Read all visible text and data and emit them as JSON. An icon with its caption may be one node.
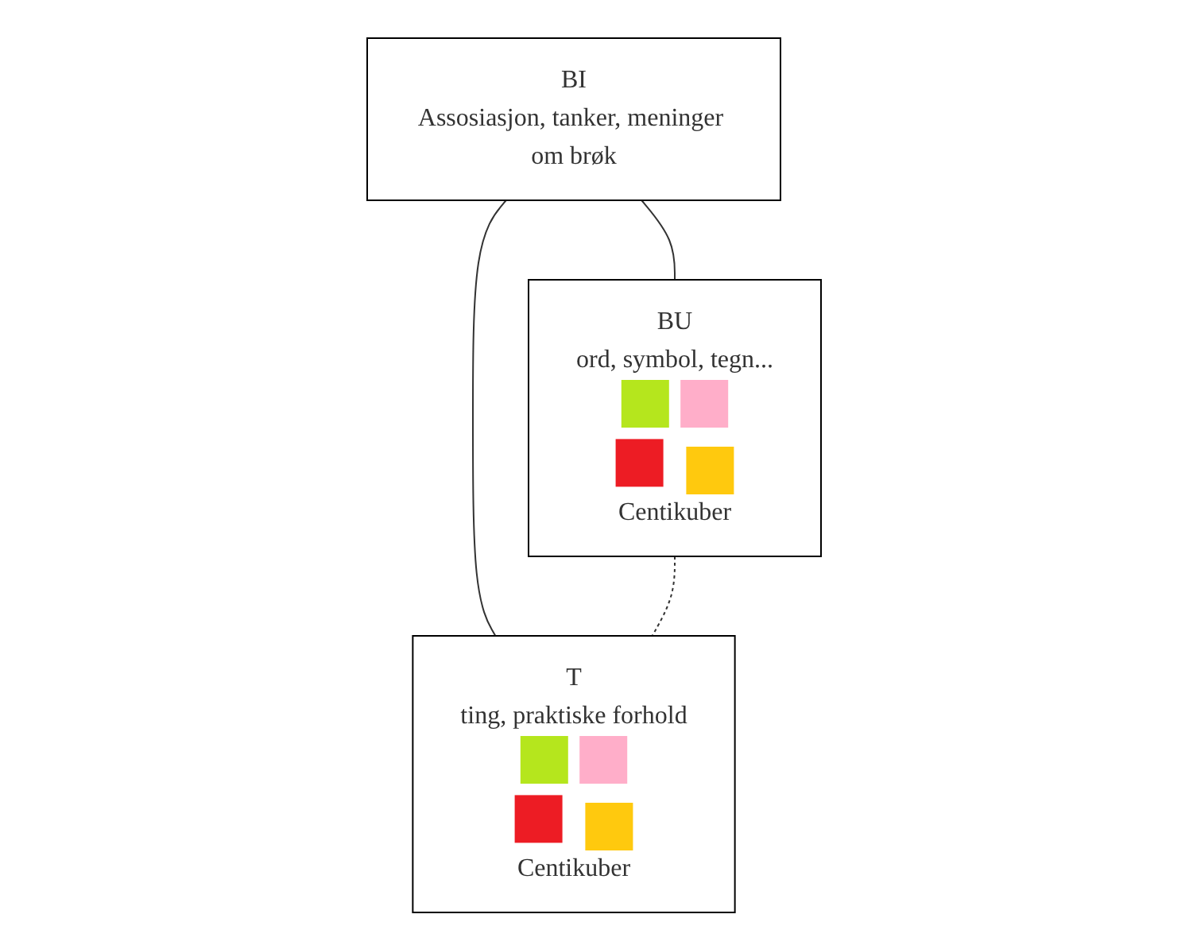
{
  "diagram": {
    "nodes": [
      {
        "text": [
          "BI",
          "Assosiasjon, tanker, meninger om brøk"
        ]
      },
      {
        "text": [
          "BU",
          "ord, symbol, tegn...",
          "Centikuber"
        ]
      },
      {
        "text": [
          "T",
          "ting, praktiske forhold",
          "Centikuber"
        ]
      }
    ],
    "edges": [
      {
        "from": 0,
        "to": 1,
        "arrow": "none"
      },
      {
        "from": 0,
        "to": 2,
        "arrow": "none"
      },
      {
        "from": 1,
        "to": 2,
        "arrow": "none",
        "style": "dashed"
      }
    ]
  }
}
